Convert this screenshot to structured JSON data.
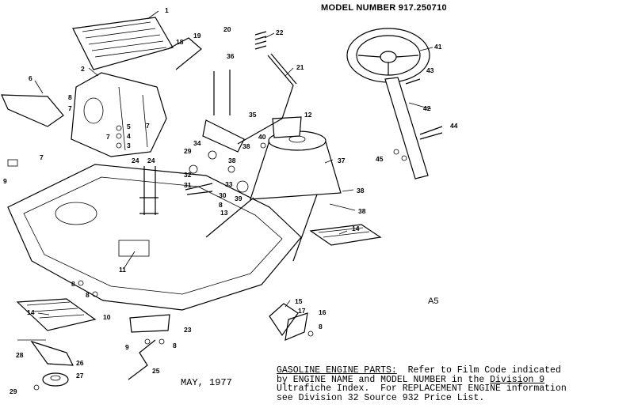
{
  "header": {
    "model_number": "MODEL NUMBER 917.250710"
  },
  "footer": {
    "date": "MAY, 1977",
    "sheet_code": "A5",
    "note_heading": "GASOLINE ENGINE PARTS:",
    "note_line1_rest": "  Refer to Film Code indicated",
    "note_line2a": "by ENGINE NAME and MODEL NUMBER in the ",
    "note_line2b": "Division 9",
    "note_line3": "Ultrafiche Index.  For REPLACEMENT ENGINE information",
    "note_line4": "see Division 32 Source 932 Price List."
  },
  "callouts": {
    "c1": "1",
    "c2": "2",
    "c3": "3",
    "c4": "4",
    "c5": "5",
    "c6": "6",
    "c7": "7",
    "c8": "8",
    "c9": "9",
    "c10": "10",
    "c11": "11",
    "c12": "12",
    "c13": "13",
    "c14": "14",
    "c15": "15",
    "c16": "16",
    "c17": "17",
    "c18": "18",
    "c19": "19",
    "c20": "20",
    "c21": "21",
    "c22": "22",
    "c23": "23",
    "c24": "24",
    "c25": "25",
    "c26": "26",
    "c27": "27",
    "c28": "28",
    "c29": "29",
    "c30": "30",
    "c31": "31",
    "c32": "32",
    "c33": "33",
    "c34": "34",
    "c35": "35",
    "c36": "36",
    "c37": "37",
    "c38": "38",
    "c39": "39",
    "c40": "40",
    "c41": "41",
    "c42": "42",
    "c43": "43",
    "c44": "44",
    "c45": "45"
  }
}
